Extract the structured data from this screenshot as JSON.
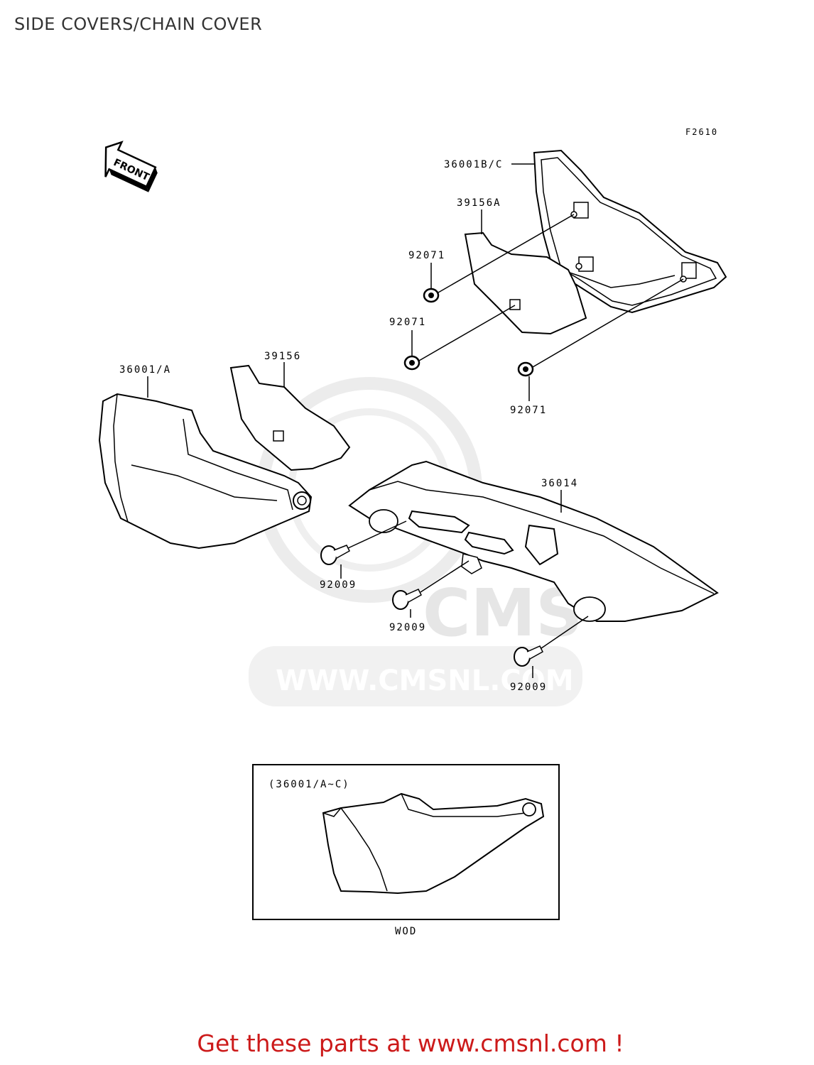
{
  "title": "SIDE COVERS/CHAIN COVER",
  "figure_code": "F2610",
  "front_arrow_label": "FRONT",
  "parts": {
    "p36001bc": "36001B/C",
    "p39156a": "39156A",
    "p92071_a": "92071",
    "p92071_b": "92071",
    "p92071_c": "92071",
    "p36001a": "36001/A",
    "p39156": "39156",
    "p36014": "36014",
    "p92009_a": "92009",
    "p92009_b": "92009",
    "p92009_c": "92009"
  },
  "inset": {
    "label": "(36001/A~C)",
    "caption": "WOD"
  },
  "watermark": {
    "logo": "CMS",
    "url": "WWW.CMSNL.COM"
  },
  "footer": "Get these parts at www.cmsnl.com !"
}
